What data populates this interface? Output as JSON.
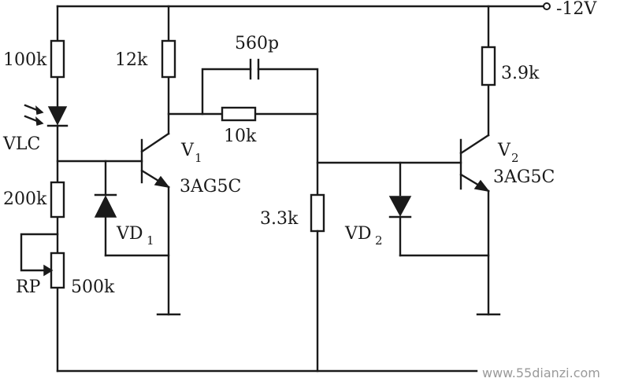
{
  "supply": {
    "label": "-12V"
  },
  "resistors": {
    "r1": "100k",
    "r2": "12k",
    "r3": "200k",
    "r4": "10k",
    "r5": "3.3k",
    "r6": "3.9k"
  },
  "capacitor": {
    "c1": "560p"
  },
  "potentiometer": {
    "name": "RP",
    "value": "500k"
  },
  "photodiode": {
    "name": "VLC"
  },
  "transistors": {
    "v1": {
      "name": "V",
      "sub": "1",
      "model": "3AG5C"
    },
    "v2": {
      "name": "V",
      "sub": "2",
      "model": "3AG5C"
    }
  },
  "diodes": {
    "vd1": {
      "name": "VD",
      "sub": "1"
    },
    "vd2": {
      "name": "VD",
      "sub": "2"
    }
  },
  "watermark": {
    "site": "www.55dianzi.com"
  }
}
